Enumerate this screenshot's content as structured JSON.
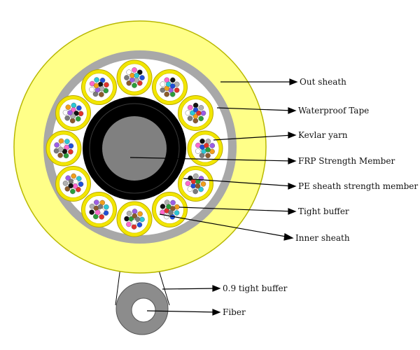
{
  "labels": {
    "out_sheath": "Out sheath",
    "waterproof_tape": "Waterproof Tape",
    "kevlar_yarn": "Kevlar yarn",
    "frp_member": "FRP Strength Member",
    "pe_sheath": "PE sheath strength member",
    "tight_buffer": "Tight buffer",
    "inner_sheath": "Inner sheath",
    "buffer_09": "0.9 tight buffer",
    "fiber": "Fiber"
  },
  "colors": {
    "out_sheath": "#ffff88",
    "outline": "#b8b800",
    "waterproof_tape": "#a8a8a8",
    "kevlar_yarn": "#ffffff",
    "pe_sheath": "#000000",
    "frp_member": "#808080",
    "tight_buffer_ring": "#f2e600",
    "tight_buffer_inner": "#ffffff",
    "buffer_09": "#8c8c8c",
    "fiber_core": "#ffffff",
    "fiber_dot_colors": [
      "#1f4fd8",
      "#e0322b",
      "#2a9d3a",
      "#8b5a2b",
      "#7a7a7a",
      "#ffffff",
      "#ff66cc",
      "#111111",
      "#b0b0b0",
      "#9b5de5",
      "#f29e1a",
      "#2bc7d6"
    ]
  },
  "structure": {
    "tight_buffer_unit_count": 12,
    "fibers_per_unit": 12
  }
}
